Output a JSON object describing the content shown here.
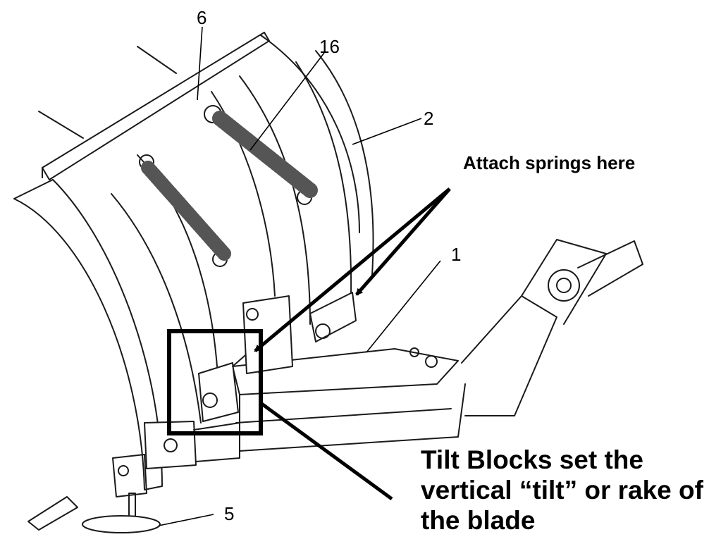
{
  "diagram": {
    "callouts": {
      "part_6": "6",
      "part_16": "16",
      "part_2": "2",
      "part_1": "1",
      "part_5": "5"
    },
    "labels": {
      "attach_springs": "Attach springs here",
      "tilt_blocks_line1": "Tilt Blocks set the",
      "tilt_blocks_line2": "vertical “tilt” or rake of",
      "tilt_blocks_line3": "the blade"
    },
    "colors": {
      "ink": "#000000",
      "line_art": "#1a1a1a",
      "background": "#ffffff"
    }
  }
}
